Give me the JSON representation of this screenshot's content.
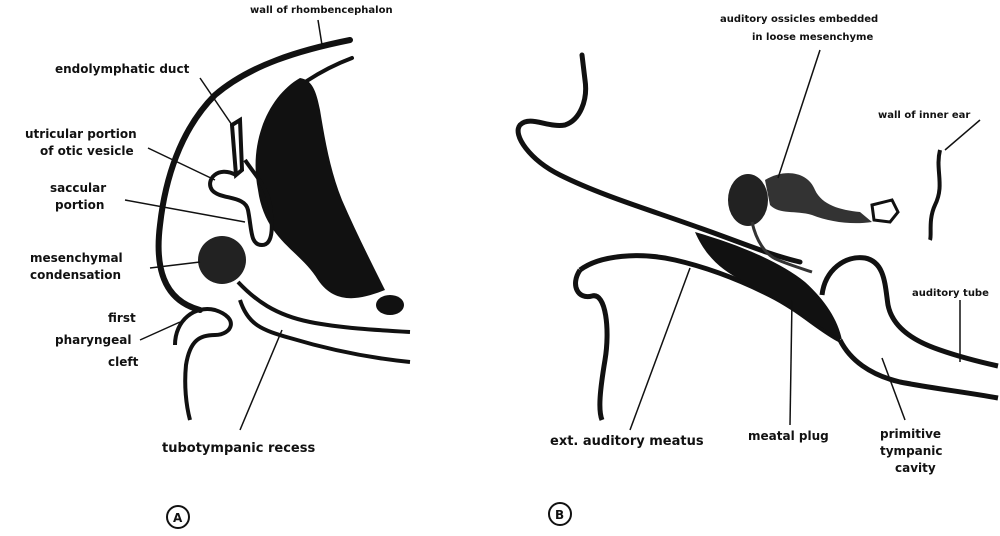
{
  "labels": {
    "wall_otic": "wall of rhombencephalon",
    "endolymphatic_duct": "endolymphatic duct",
    "utricular_1": "utricular portion",
    "utricular_2": "of otic vesicle",
    "saccular_1": "saccular",
    "saccular_2": "portion",
    "mesenchymal_1": "mesenchymal",
    "mesenchymal_2": "condensation",
    "first_1": "first",
    "first_2": "pharyngeal",
    "first_3": "cleft",
    "tubotympanic": "tubotympanic recess",
    "auditory_ossicles_1": "auditory ossicles embedded",
    "auditory_ossicles_2": "in loose mesenchyme",
    "wall_inner_ear": "wall of inner ear",
    "auditory_tube": "auditory tube",
    "ext_meatus": "ext. auditory meatus",
    "meatal_plug": "meatal plug",
    "primitive_1": "primitive",
    "primitive_2": "tympanic",
    "primitive_3": "cavity",
    "panel_a": "A",
    "panel_b": "B"
  },
  "colors": {
    "ink": "#111111",
    "background": "#ffffff"
  }
}
